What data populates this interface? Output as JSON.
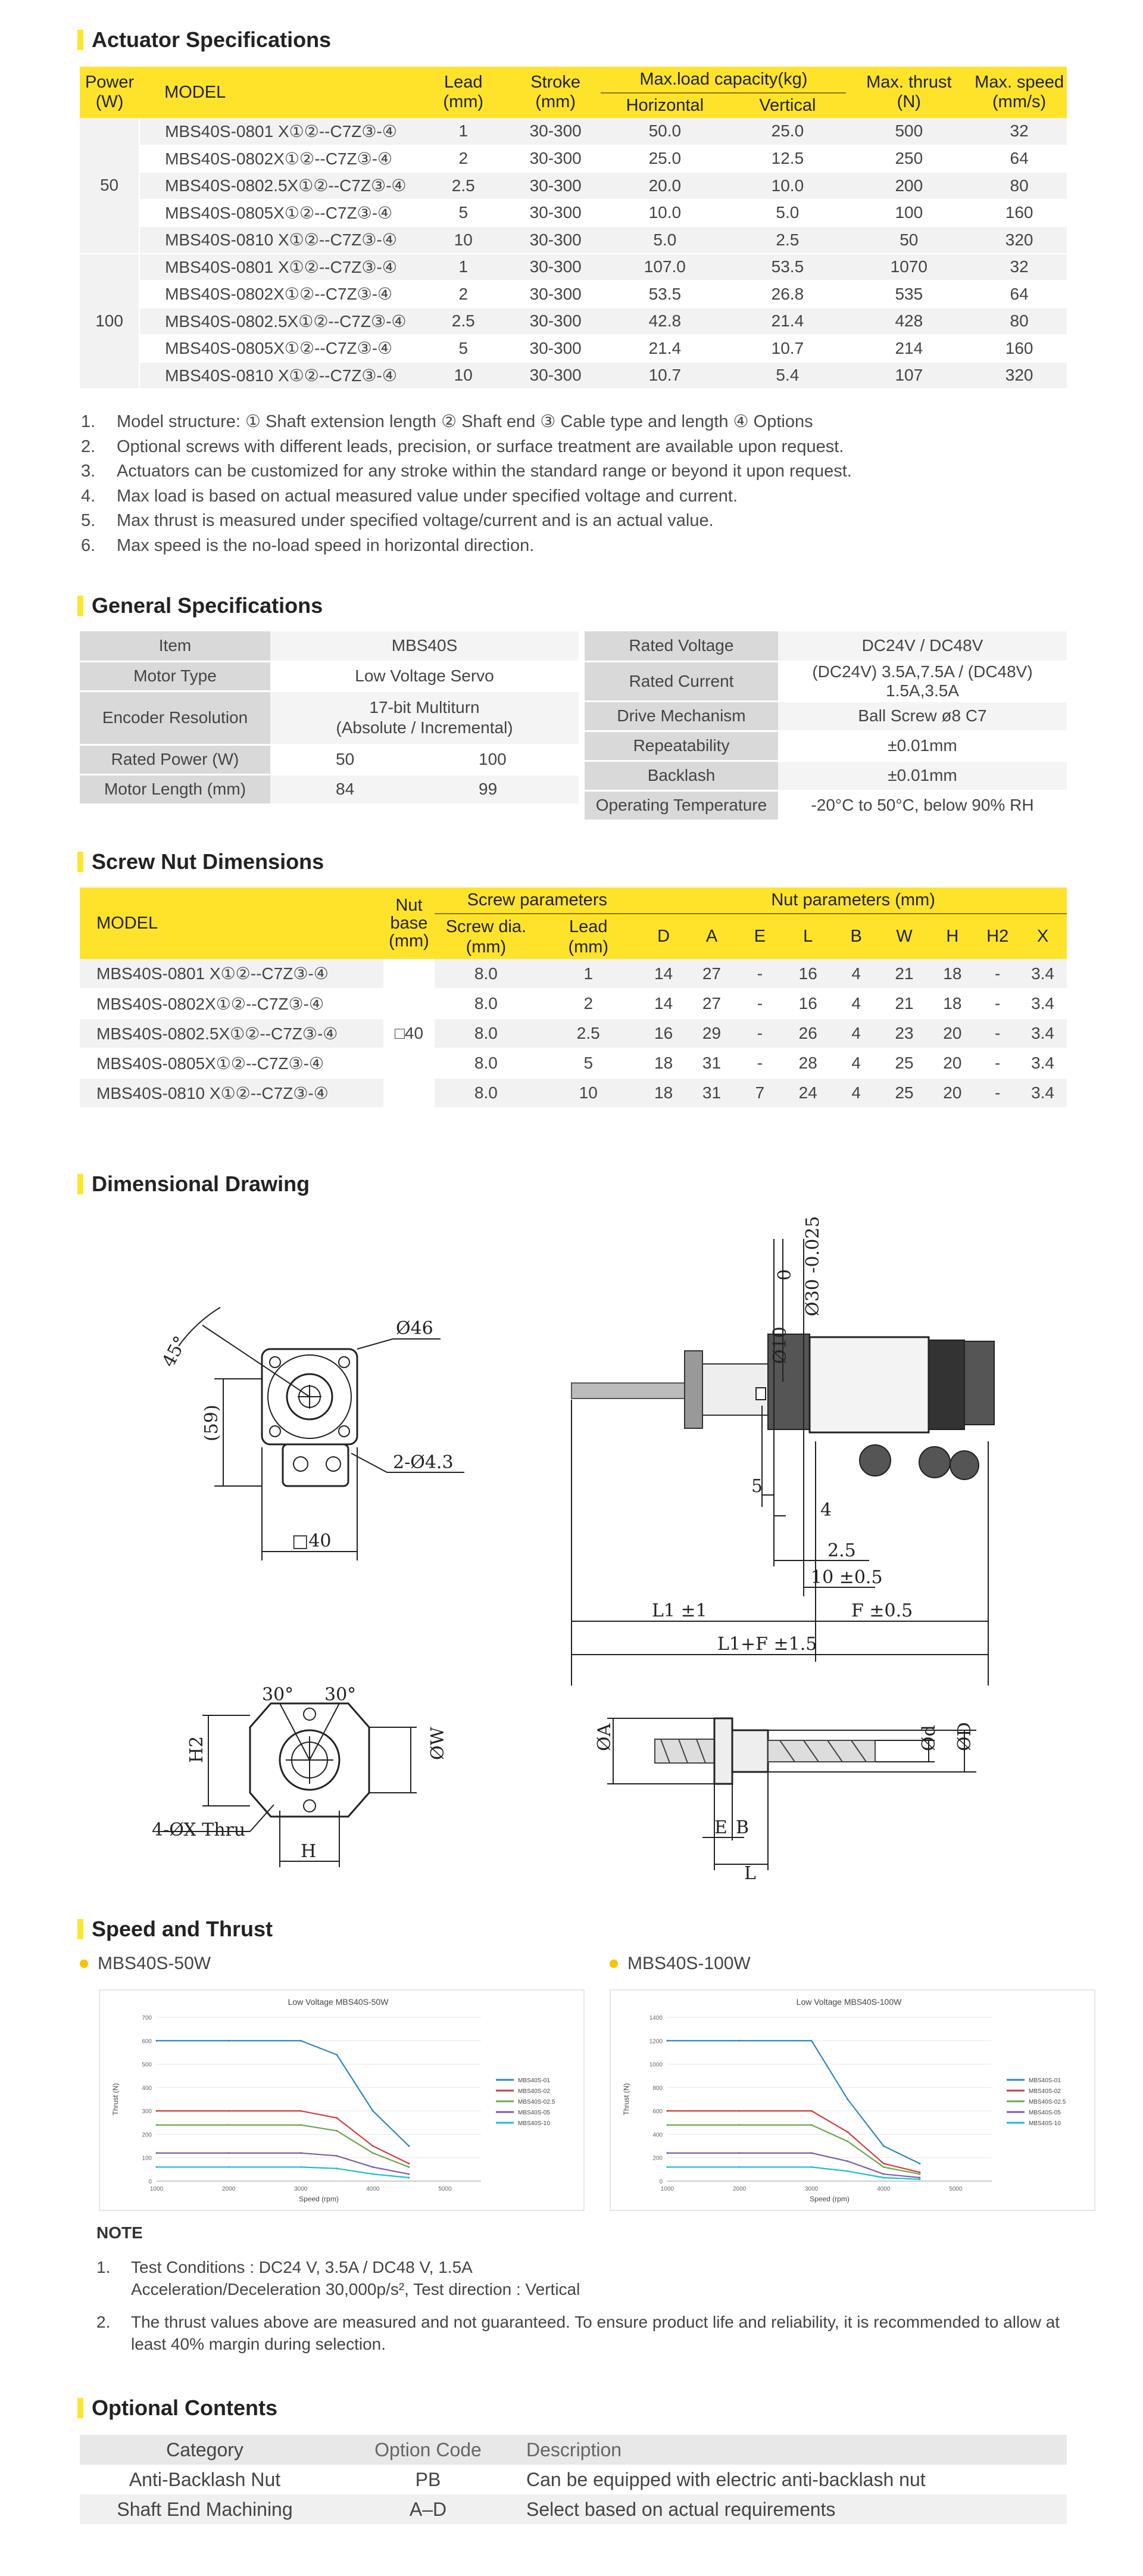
{
  "actuator": {
    "heading": "Actuator Specifications",
    "headers": {
      "power": "Power\n(W)",
      "model": "MODEL",
      "lead": "Lead\n(mm)",
      "stroke": "Stroke\n(mm)",
      "maxload": "Max.load capacity(kg)",
      "horizontal": "Horizontal",
      "vertical": "Vertical",
      "thrust": "Max. thrust\n(N)",
      "speed": "Max. speed\n(mm/s)"
    },
    "groups": [
      {
        "power": "50",
        "rows": [
          [
            "MBS40S-0801 X①②--C7Z③-④",
            "1",
            "30-300",
            "50.0",
            "25.0",
            "500",
            "32"
          ],
          [
            "MBS40S-0802X①②--C7Z③-④",
            "2",
            "30-300",
            "25.0",
            "12.5",
            "250",
            "64"
          ],
          [
            "MBS40S-0802.5X①②--C7Z③-④",
            "2.5",
            "30-300",
            "20.0",
            "10.0",
            "200",
            "80"
          ],
          [
            "MBS40S-0805X①②--C7Z③-④",
            "5",
            "30-300",
            "10.0",
            "5.0",
            "100",
            "160"
          ],
          [
            "MBS40S-0810 X①②--C7Z③-④",
            "10",
            "30-300",
            "5.0",
            "2.5",
            "50",
            "320"
          ]
        ]
      },
      {
        "power": "100",
        "rows": [
          [
            "MBS40S-0801 X①②--C7Z③-④",
            "1",
            "30-300",
            "107.0",
            "53.5",
            "1070",
            "32"
          ],
          [
            "MBS40S-0802X①②--C7Z③-④",
            "2",
            "30-300",
            "53.5",
            "26.8",
            "535",
            "64"
          ],
          [
            "MBS40S-0802.5X①②--C7Z③-④",
            "2.5",
            "30-300",
            "42.8",
            "21.4",
            "428",
            "80"
          ],
          [
            "MBS40S-0805X①②--C7Z③-④",
            "5",
            "30-300",
            "21.4",
            "10.7",
            "214",
            "160"
          ],
          [
            "MBS40S-0810 X①②--C7Z③-④",
            "10",
            "30-300",
            "10.7",
            "5.4",
            "107",
            "320"
          ]
        ]
      }
    ],
    "notes": [
      {
        "n": "1.",
        "t": "Model structure: ① Shaft extension length ② Shaft end ③ Cable type and length ④ Options"
      },
      {
        "n": "2.",
        "t": "Optional screws with different leads, precision, or surface treatment are available upon request."
      },
      {
        "n": "3.",
        "t": "Actuators can be customized for any stroke within the standard range or beyond it upon request."
      },
      {
        "n": "4.",
        "t": "Max load is based on actual measured value under specified voltage and current."
      },
      {
        "n": "5.",
        "t": "Max thrust is measured under specified voltage/current and is an actual value."
      },
      {
        "n": "6.",
        "t": "Max speed is the no-load speed in horizontal direction."
      }
    ]
  },
  "general": {
    "heading": "General Specifications",
    "left": {
      "item": "Item",
      "model": "MBS40S",
      "motor_type_l": "Motor Type",
      "motor_type_v": "Low Voltage Servo",
      "encoder_l": "Encoder Resolution",
      "encoder_v1": "17-bit Multiturn",
      "encoder_v2": "(Absolute / Incremental)",
      "power_l": "Rated Power (W)",
      "power_a": "50",
      "power_b": "100",
      "length_l": "Motor Length (mm)",
      "length_a": "84",
      "length_b": "99"
    },
    "right": [
      {
        "l": "Rated Voltage",
        "v": "DC24V / DC48V"
      },
      {
        "l": "Rated Current",
        "v": "(DC24V) 3.5A,7.5A / (DC48V) 1.5A,3.5A"
      },
      {
        "l": "Drive Mechanism",
        "v": "Ball Screw ø8 C7"
      },
      {
        "l": "Repeatability",
        "v": "±0.01mm"
      },
      {
        "l": "Backlash",
        "v": "±0.01mm"
      },
      {
        "l": "Operating Temperature",
        "v": "-20°C to 50°C, below 90% RH"
      }
    ]
  },
  "screw": {
    "heading": "Screw Nut Dimensions",
    "headers": {
      "model": "MODEL",
      "nut": "Nut\nbase\n(mm)",
      "screw_params": "Screw parameters",
      "screw_dia": "Screw dia.\n(mm)",
      "lead": "Lead\n(mm)",
      "nut_params": "Nut parameters (mm)",
      "cols": [
        "D",
        "A",
        "E",
        "L",
        "B",
        "W",
        "H",
        "H2",
        "X"
      ]
    },
    "nut_base": "□40",
    "rows": [
      [
        "MBS40S-0801 X①②--C7Z③-④",
        "8.0",
        "1",
        "14",
        "27",
        "-",
        "16",
        "4",
        "21",
        "18",
        "-",
        "3.4"
      ],
      [
        "MBS40S-0802X①②--C7Z③-④",
        "8.0",
        "2",
        "14",
        "27",
        "-",
        "16",
        "4",
        "21",
        "18",
        "-",
        "3.4"
      ],
      [
        "MBS40S-0802.5X①②--C7Z③-④",
        "8.0",
        "2.5",
        "16",
        "29",
        "-",
        "26",
        "4",
        "23",
        "20",
        "-",
        "3.4"
      ],
      [
        "MBS40S-0805X①②--C7Z③-④",
        "8.0",
        "5",
        "18",
        "31",
        "-",
        "28",
        "4",
        "25",
        "20",
        "-",
        "3.4"
      ],
      [
        "MBS40S-0810 X①②--C7Z③-④",
        "8.0",
        "10",
        "18",
        "31",
        "7",
        "24",
        "4",
        "25",
        "20",
        "-",
        "3.4"
      ]
    ]
  },
  "drawing": {
    "heading": "Dimensional Drawing",
    "labels": {
      "deg45": "45°",
      "phi46": "Ø46",
      "d59": "(59)",
      "hole": "2-Ø4.3",
      "sq40": "□40",
      "deg30a": "30°",
      "deg30b": "30°",
      "h2": "H2",
      "phiw": "ØW",
      "xthru": "4-ØX Thru",
      "h": "H",
      "tol0": "0",
      "phi30": "Ø30 -0.025",
      "phi10": "Ø10",
      "d5": "5",
      "d4": "4",
      "d25": "2.5",
      "d10": "10 ±0.5",
      "l1": "L1 ±1",
      "f": "F ±0.5",
      "l1f": "L1+F ±1.5",
      "phia": "ØA",
      "phid": "Ød",
      "phiD": "ØD",
      "e": "E",
      "b": "B",
      "l": "L"
    }
  },
  "speed": {
    "heading": "Speed and Thrust",
    "sub1": "MBS40S-50W",
    "sub2": "MBS40S-100W",
    "note_heading": "NOTE",
    "notes": [
      {
        "n": "1.",
        "t1": "Test Conditions : DC24 V, 3.5A  /  DC48 V, 1.5A",
        "t2": "Acceleration/Deceleration 30,000p/s², Test direction : Vertical"
      },
      {
        "n": "2.",
        "t1": "The thrust values above are measured and not guaranteed. To ensure product life and reliability, it is recommended to allow at",
        "t2": "least 40% margin during selection."
      }
    ]
  },
  "chart_data": [
    {
      "type": "line",
      "title": "Low Voltage MBS40S-50W",
      "xlabel": "Speed (rpm)",
      "ylabel": "Thrust (N)",
      "x": [
        1000,
        2000,
        3000,
        3500,
        4000,
        4500
      ],
      "xlim": [
        1000,
        5500
      ],
      "xticks": [
        1000,
        2000,
        3000,
        4000,
        5000
      ],
      "ylim": [
        0,
        700
      ],
      "yticks": [
        0,
        100,
        200,
        300,
        400,
        500,
        600,
        700
      ],
      "series": [
        {
          "name": "MBS40S-01",
          "color": "#2e86c1",
          "values": [
            600,
            600,
            600,
            540,
            300,
            150
          ]
        },
        {
          "name": "MBS40S-02",
          "color": "#d63b3b",
          "values": [
            300,
            300,
            300,
            270,
            150,
            75
          ]
        },
        {
          "name": "MBS40S-02.5",
          "color": "#6aa84f",
          "values": [
            240,
            240,
            240,
            215,
            120,
            60
          ]
        },
        {
          "name": "MBS40S-05",
          "color": "#7b5ea7",
          "values": [
            120,
            120,
            120,
            108,
            60,
            30
          ]
        },
        {
          "name": "MBS40S-10",
          "color": "#17becf",
          "values": [
            60,
            60,
            60,
            54,
            30,
            15
          ]
        }
      ]
    },
    {
      "type": "line",
      "title": "Low Voltage MBS40S-100W",
      "xlabel": "Speed (rpm)",
      "ylabel": "Thrust (N)",
      "x": [
        1000,
        2000,
        3000,
        3500,
        4000,
        4500
      ],
      "xlim": [
        1000,
        5500
      ],
      "xticks": [
        1000,
        2000,
        3000,
        4000,
        5000
      ],
      "ylim": [
        0,
        1400
      ],
      "yticks": [
        0,
        200,
        400,
        600,
        800,
        1000,
        1200,
        1400
      ],
      "series": [
        {
          "name": "MBS40S-01",
          "color": "#2e86c1",
          "values": [
            1200,
            1200,
            1200,
            700,
            300,
            150
          ]
        },
        {
          "name": "MBS40S-02",
          "color": "#d63b3b",
          "values": [
            600,
            600,
            600,
            420,
            150,
            75
          ]
        },
        {
          "name": "MBS40S-02.5",
          "color": "#6aa84f",
          "values": [
            480,
            480,
            480,
            340,
            120,
            60
          ]
        },
        {
          "name": "MBS40S-05",
          "color": "#7b5ea7",
          "values": [
            240,
            240,
            240,
            170,
            60,
            30
          ]
        },
        {
          "name": "MBS40S-10",
          "color": "#17becf",
          "values": [
            120,
            120,
            120,
            85,
            30,
            15
          ]
        }
      ]
    }
  ],
  "optional": {
    "heading": "Optional Contents",
    "headers": [
      "Category",
      "Option Code",
      "Description"
    ],
    "rows": [
      [
        "Anti-Backlash Nut",
        "PB",
        "Can be equipped with electric anti-backlash nut"
      ],
      [
        "Shaft End Machining",
        "A–D",
        "Select based on actual requirements"
      ]
    ]
  }
}
